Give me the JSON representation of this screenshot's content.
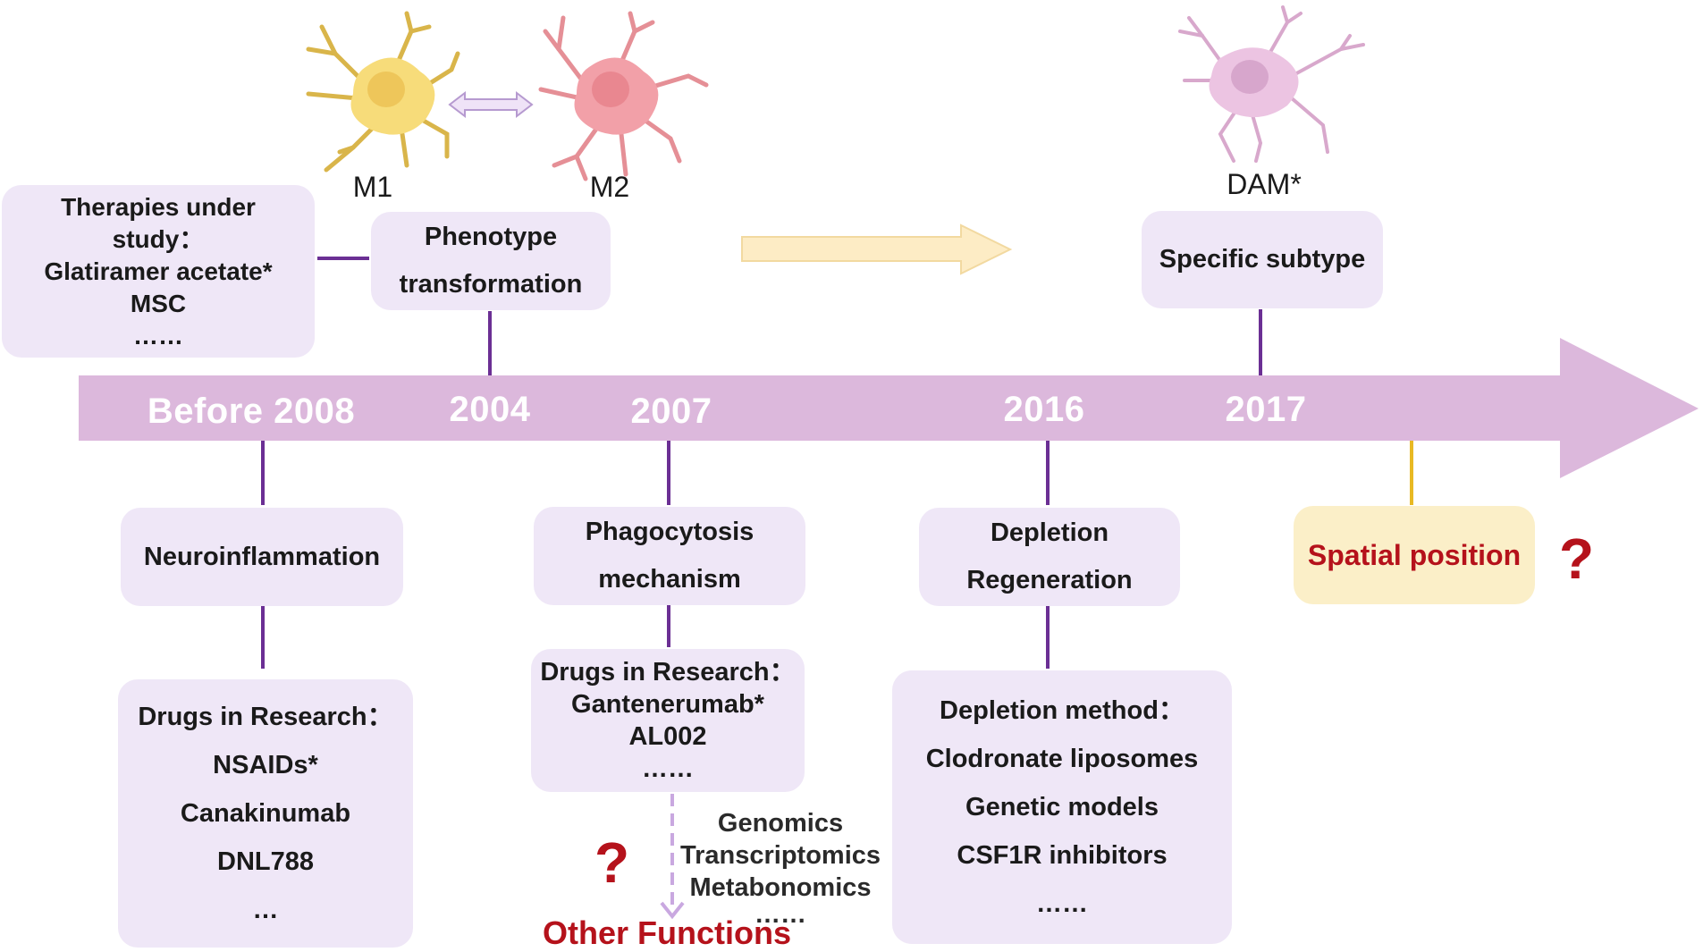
{
  "timeline": {
    "years": [
      "Before 2008",
      "2004",
      "2007",
      "2016",
      "2017"
    ]
  },
  "cells": {
    "m1": "M1",
    "m2": "M2",
    "dam": "DAM*"
  },
  "top_boxes": {
    "therapies": [
      "Therapies under",
      "study：",
      "Glatiramer acetate*",
      "MSC",
      "……"
    ],
    "phenotype": [
      "Phenotype",
      "transformation"
    ],
    "specific": "Specific subtype"
  },
  "bottom_boxes": {
    "neuroinflammation": "Neuroinflammation",
    "phagocytosis": [
      "Phagocytosis",
      "mechanism"
    ],
    "depletion": [
      "Depletion",
      "Regeneration"
    ],
    "spatial": "Spatial position"
  },
  "drug_boxes": {
    "nsaids": [
      "Drugs in Research：",
      "NSAIDs*",
      "Canakinumab",
      "DNL788",
      "…"
    ],
    "gantenerumab": [
      "Drugs in Research：",
      "Gantenerumab*",
      "AL002",
      "……"
    ],
    "depletion_method": [
      "Depletion method：",
      "Clodronate liposomes",
      "Genetic models",
      "CSF1R inhibitors",
      "……"
    ]
  },
  "omics": [
    "Genomics",
    "Transcriptomics",
    "Metabonomics",
    "……"
  ],
  "other_functions": "Other Functions",
  "question_mark": "?",
  "colors": {
    "timeline": "#dcb8dc",
    "box": "#efe7f7",
    "spatial_box": "#fbefc8",
    "line": "#6b2f94",
    "accent_red": "#b5121b",
    "yellow_line": "#e8b923",
    "m1_cell": "#f7dc7a",
    "m2_cell": "#f2a0a8",
    "dam_cell": "#ecc4e2"
  }
}
